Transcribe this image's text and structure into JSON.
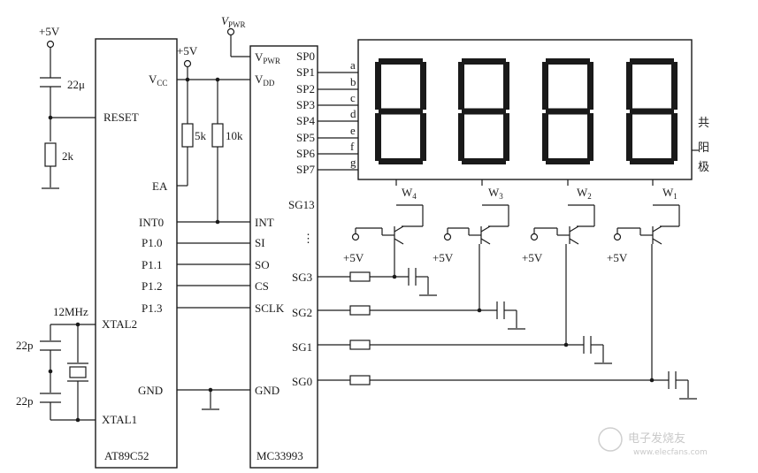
{
  "power": {
    "plus5v": "+5V",
    "vpwr_main": "V",
    "vpwr_sub": "PWR"
  },
  "mcu": {
    "name": "AT89C52",
    "pins": {
      "vcc": "V",
      "vcc_sub": "CC",
      "reset": "RESET",
      "ea": "EA",
      "int0": "INT0",
      "p10": "P1.0",
      "p11": "P1.1",
      "p12": "P1.2",
      "p13": "P1.3",
      "xtal2": "XTAL2",
      "gnd": "GND",
      "xtal1": "XTAL1"
    }
  },
  "driver": {
    "name": "MC33993",
    "pins": {
      "vpwr": "V",
      "vpwr_sub": "PWR",
      "vdd": "V",
      "vdd_sub": "DD",
      "int": "INT",
      "si": "SI",
      "so": "SO",
      "cs": "CS",
      "sclk": "SCLK",
      "gnd": "GND",
      "sg13": "SG13",
      "dots": "⋮",
      "sg3": "SG3",
      "sg2": "SG2",
      "sg1": "SG1",
      "sg0": "SG0"
    },
    "sp_pins": [
      "SP0",
      "SP1",
      "SP2",
      "SP3",
      "SP4",
      "SP5",
      "SP6",
      "SP7"
    ]
  },
  "segment_letters": [
    "a",
    "b",
    "c",
    "d",
    "e",
    "f",
    "g"
  ],
  "components": {
    "c_reset": "22μ",
    "r_reset": "2k",
    "r_ea": "5k",
    "r_int": "10k",
    "crystal": "12MHz",
    "c_x1": "22p",
    "c_x2": "22p"
  },
  "display": {
    "common_anode": [
      "共",
      "阳",
      "极"
    ],
    "digits": [
      {
        "label": "W",
        "sub": "4"
      },
      {
        "label": "W",
        "sub": "3"
      },
      {
        "label": "W",
        "sub": "2"
      },
      {
        "label": "W",
        "sub": "1"
      }
    ],
    "transistor_supply": [
      "+5V",
      "+5V",
      "+5V",
      "+5V"
    ]
  },
  "watermark": {
    "brand": "电子发烧友",
    "url": "www.elecfans.com"
  }
}
